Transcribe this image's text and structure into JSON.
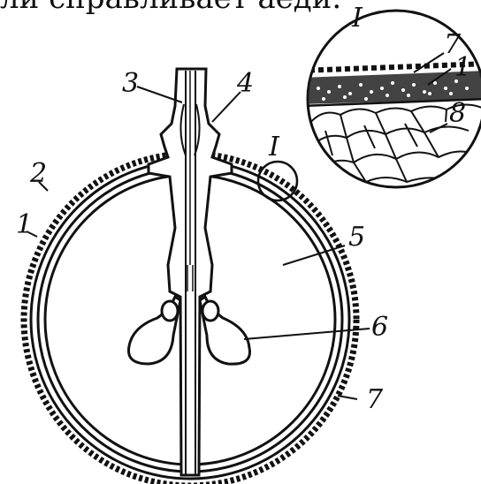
{
  "caption_fragment": "ли справливает аеди.",
  "labels": {
    "l1": "1",
    "l2": "2",
    "l3": "3",
    "l4": "4",
    "l5": "5",
    "l6": "6",
    "l7": "7",
    "inset_roman": "I",
    "inset_marker": "I",
    "inset_7": "7",
    "inset_1": "1",
    "inset_8": "8"
  }
}
